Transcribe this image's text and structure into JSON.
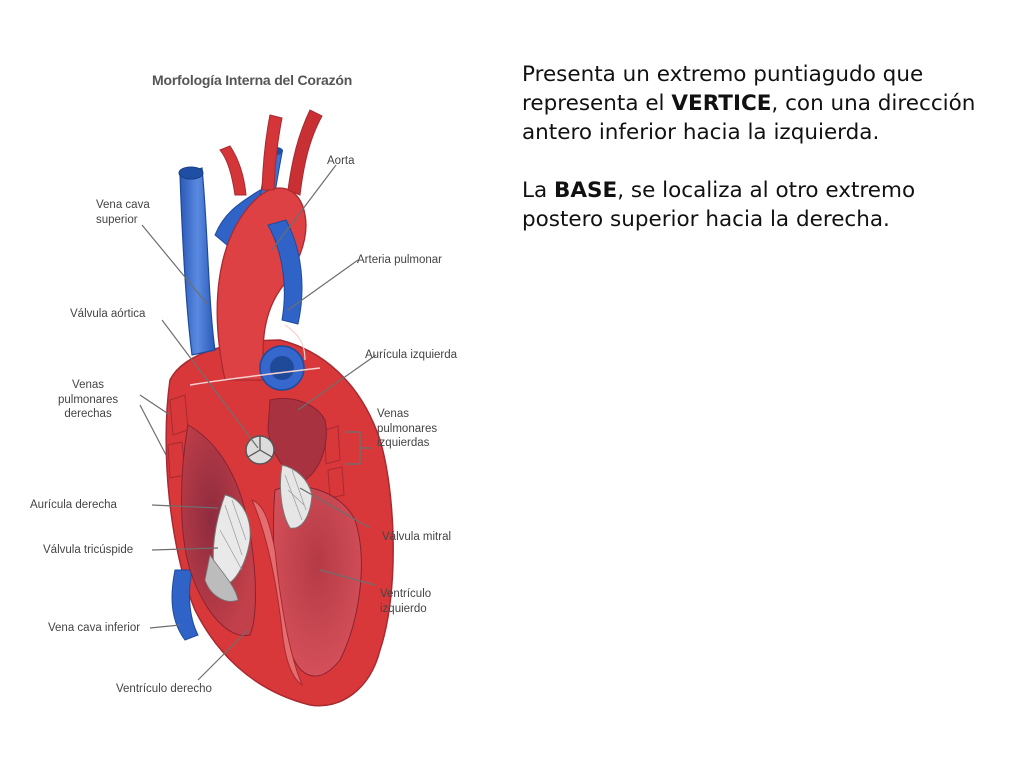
{
  "figure": {
    "title": "Morfología Interna del Corazón",
    "labels": {
      "aorta": "Aorta",
      "vena_cava_superior": [
        "Vena cava",
        "superior"
      ],
      "arteria_pulmonar": "Arteria pulmonar",
      "valvula_aortica": "Válvula aórtica",
      "auricula_izquierda": "Aurícula izquierda",
      "venas_pulmonares_derechas": [
        "Venas",
        "pulmonares",
        "derechas"
      ],
      "venas_pulmonares_izquierdas": [
        "Venas",
        "pulmonares",
        "izquierdas"
      ],
      "auricula_derecha": "Aurícula derecha",
      "valvula_mitral": "Válvula mitral",
      "valvula_tricuspide": "Válvula tricúspide",
      "ventriculo_izquierdo": [
        "Ventrículo",
        "izquierdo"
      ],
      "vena_cava_inferior": "Vena cava inferior",
      "ventriculo_derecho": "Ventrículo derecho"
    },
    "colors": {
      "artery_red": "#d9383b",
      "vein_blue": "#2f63c8",
      "leader_line": "#6e6e6e"
    }
  },
  "text": {
    "p1": {
      "before": "Presenta un extremo puntiagudo que representa el ",
      "bold": "VERTICE",
      "after": ", con una dirección antero inferior hacia la izquierda."
    },
    "p2": {
      "before": "La ",
      "bold": "BASE",
      "after": ", se localiza al otro extremo postero superior hacia la derecha."
    }
  }
}
